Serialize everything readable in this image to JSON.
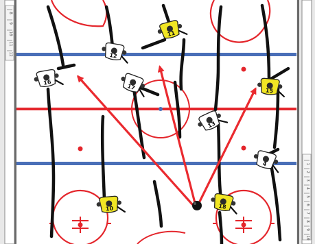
{
  "diagram": {
    "colors": {
      "ice": "#ffffff",
      "board": "#d8d8d8",
      "board_edge": "#6a6a6a",
      "blue_line": "#4a6fb8",
      "red_line": "#e4252b",
      "arrow": "#ea2a2f",
      "skate_path": "#111111",
      "team_yellow": "#f1e624",
      "team_white": "#ffffff",
      "player_outline": "#222222"
    },
    "players": [
      {
        "team": "yellow",
        "number": "11"
      },
      {
        "team": "white",
        "number": "12"
      },
      {
        "team": "white",
        "number": "16"
      },
      {
        "team": "white",
        "number": "17"
      },
      {
        "team": "yellow",
        "number": "15"
      },
      {
        "team": "white",
        "number": "13"
      },
      {
        "team": "white",
        "number": "4"
      },
      {
        "team": "yellow",
        "number": "10"
      },
      {
        "team": "yellow",
        "number": "18"
      }
    ],
    "puck_carrier_icon": "puck-icon",
    "left_board_ticks": [
      "8",
      "9",
      "10",
      "11",
      "12"
    ],
    "right_board_ticks": [
      "1",
      "2",
      "3",
      "4",
      "5",
      "6",
      "7",
      "8",
      "9",
      "10"
    ]
  }
}
